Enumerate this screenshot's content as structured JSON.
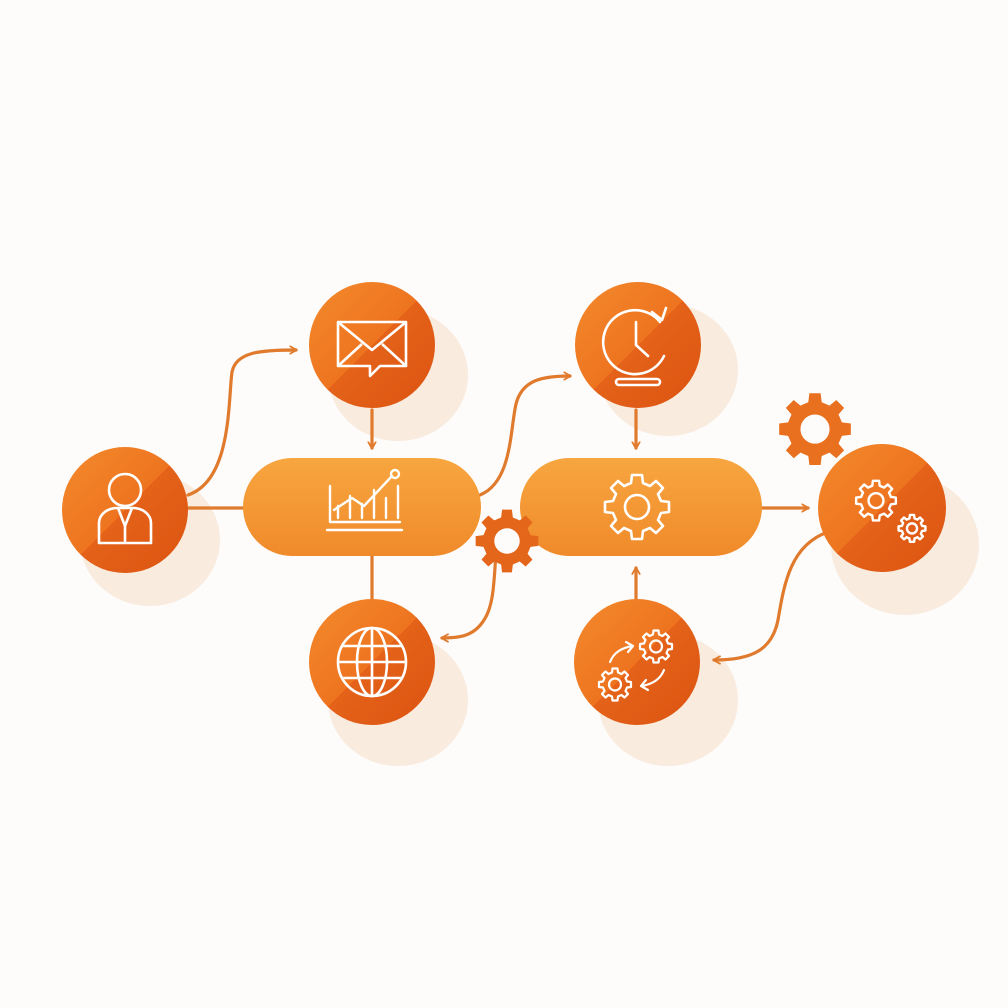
{
  "colors": {
    "background": "#fdfcfb",
    "circle_light": "#f07a22",
    "circle_dark": "#e0570e",
    "pill_light": "#f7a23e",
    "pill_dark": "#f18d2b",
    "connector": "#e07a2c",
    "glyph": "#ffffff",
    "shadow": "#f6e3d2"
  },
  "nodes": [
    {
      "id": "user",
      "shape": "circle",
      "icon": "person-icon"
    },
    {
      "id": "email",
      "shape": "circle",
      "icon": "envelope-icon"
    },
    {
      "id": "analytics",
      "shape": "pill",
      "icon": "growth-chart-icon"
    },
    {
      "id": "web",
      "shape": "circle",
      "icon": "globe-icon"
    },
    {
      "id": "schedule",
      "shape": "circle",
      "icon": "clock-icon"
    },
    {
      "id": "processing",
      "shape": "pill",
      "icon": "gear-icon"
    },
    {
      "id": "sync",
      "shape": "circle",
      "icon": "gears-exchange-icon"
    },
    {
      "id": "automation",
      "shape": "circle",
      "icon": "gears-icon"
    }
  ],
  "decorations": [
    "gear-icon",
    "gear-icon"
  ],
  "edges": [
    {
      "from": "user",
      "to": "email"
    },
    {
      "from": "user",
      "to": "analytics"
    },
    {
      "from": "email",
      "to": "analytics"
    },
    {
      "from": "analytics",
      "to": "web"
    },
    {
      "from": "analytics",
      "to": "schedule"
    },
    {
      "from": "schedule",
      "to": "processing"
    },
    {
      "from": "sync",
      "to": "processing"
    },
    {
      "from": "processing",
      "to": "automation"
    },
    {
      "from": "automation",
      "to": "sync"
    },
    {
      "from": "analytics-gear",
      "to": "web"
    }
  ]
}
